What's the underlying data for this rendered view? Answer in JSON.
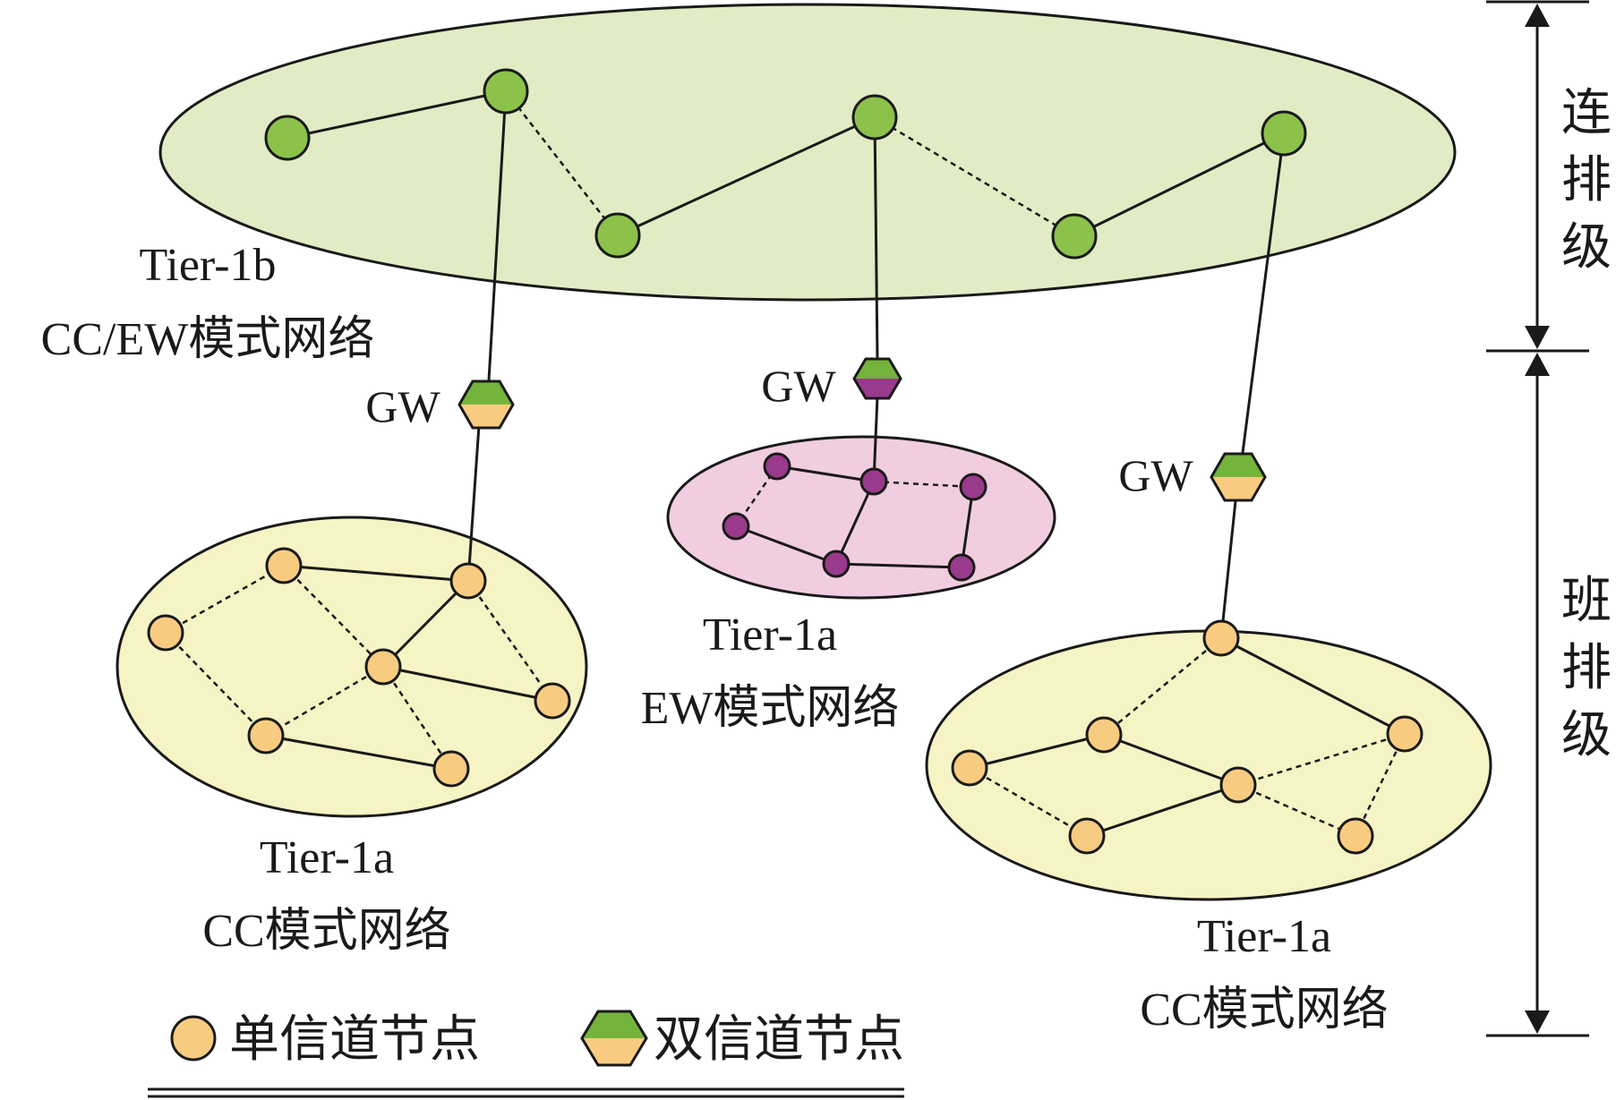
{
  "labels": {
    "tier1b_line1": "Tier-1b",
    "tier1b_line2": "CC/EW模式网络",
    "tier1a_ew_line1": "Tier-1a",
    "tier1a_ew_line2": "EW模式网络",
    "tier1a_cc_left_line1": "Tier-1a",
    "tier1a_cc_left_line2": "CC模式网络",
    "tier1a_cc_right_line1": "Tier-1a",
    "tier1a_cc_right_line2": "CC模式网络",
    "gw_left": "GW",
    "gw_middle": "GW",
    "gw_right": "GW"
  },
  "scale": {
    "upper_char1": "连",
    "upper_char2": "排",
    "upper_char3": "级",
    "lower_char1": "班",
    "lower_char2": "排",
    "lower_char3": "级"
  },
  "legend": {
    "single_channel": "单信道节点",
    "dual_channel": "双信道节点"
  },
  "colors": {
    "tier1b_fill": "#e2ecc4",
    "tier1b_node": "#8cc24a",
    "cc_fill": "#f6f3c4",
    "cc_node": "#f8cc80",
    "ew_fill": "#f1cde0",
    "ew_node": "#9a3a8c",
    "gw_top_green": "#74b43c",
    "gw_bottom_orange": "#f8cc80",
    "gw_bottom_purple": "#9a3a8c"
  }
}
